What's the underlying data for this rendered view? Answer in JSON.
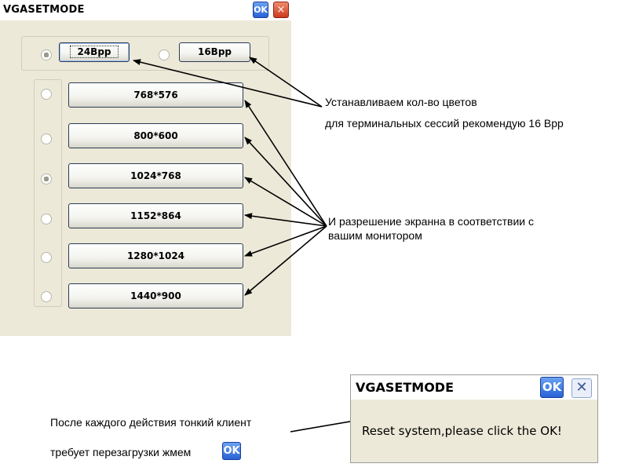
{
  "main_dialog": {
    "title": "VGASETMODE",
    "ok_label": "OK",
    "close_icon": "×",
    "color_depth": {
      "selected": "24Bpp",
      "options": [
        "24Bpp",
        "16Bpp"
      ]
    },
    "resolution": {
      "selected": "1024*768",
      "options": [
        "768*576",
        "800*600",
        "1024*768",
        "1152*864",
        "1280*1024",
        "1440*900"
      ]
    }
  },
  "annotations": {
    "colors_line1": "Устанавливаем кол-во цветов",
    "colors_line2": "для терминальных сессий рекомендую 16 Bpp",
    "resolution_line1": "И разрешение экранна в соответствии с",
    "resolution_line2": "вашим монитором",
    "reboot_line1": "После каждого действия тонкий клиент",
    "reboot_line2": "требует перезагрузки жмем",
    "reboot_ok_icon": "OK"
  },
  "reset_dialog": {
    "title": "VGASETMODE",
    "ok_label": "OK",
    "close_icon": "✕",
    "message": "Reset system,please click the OK!"
  },
  "colors": {
    "dialog_bg": "#ece9d8",
    "ok_blue": "#2a62d6",
    "close_red": "#cc3a1e",
    "button_border": "#2b3c55"
  }
}
